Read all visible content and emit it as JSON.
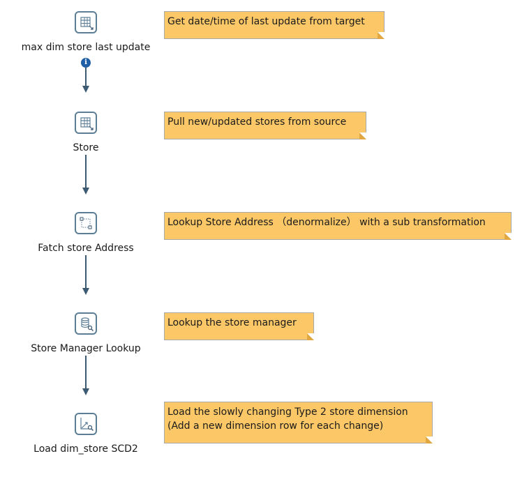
{
  "steps": [
    {
      "label": "max dim store last update",
      "icon": "table-input-icon"
    },
    {
      "label": "Store",
      "icon": "table-input-icon"
    },
    {
      "label": "Fatch store Address",
      "icon": "mapping-icon"
    },
    {
      "label": "Store Manager Lookup",
      "icon": "database-lookup-icon"
    },
    {
      "label": "Load dim_store SCD2",
      "icon": "dimension-lookup-icon"
    }
  ],
  "notes": [
    {
      "lines": [
        "Get date/time of last update from target"
      ]
    },
    {
      "lines": [
        "Pull new/updated stores from source"
      ]
    },
    {
      "lines": [
        "Lookup Store Address （denormalize） with a sub transformation"
      ]
    },
    {
      "lines": [
        "Lookup the store manager"
      ]
    },
    {
      "lines": [
        "Load the slowly changing Type 2 store dimension",
        "(Add a new dimension row for each change)"
      ]
    }
  ],
  "info_badge": "i",
  "colors": {
    "hop": "#3d5a73",
    "icon_border": "#5b7e96",
    "note_bg": "#fcc867",
    "info": "#1f5fa8"
  }
}
